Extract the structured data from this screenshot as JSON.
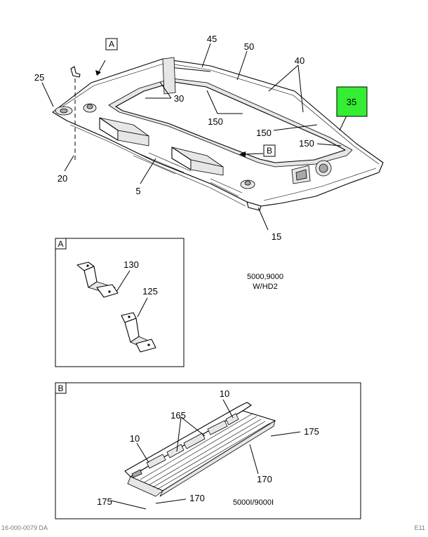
{
  "diagram": {
    "callouts": {
      "c45": "45",
      "c50": "50",
      "c40": "40",
      "c25": "25",
      "c30": "30",
      "c35": "35",
      "c150a": "150",
      "c150b": "150",
      "c150c": "150",
      "c20": "20",
      "c5": "5",
      "c15": "15",
      "c130": "130",
      "c125": "125",
      "c10a": "10",
      "c10b": "10",
      "c165": "165",
      "c175a": "175",
      "c175b": "175",
      "c170a": "170",
      "c170b": "170"
    },
    "view_refs": {
      "a_top": "A",
      "b_top": "B",
      "a_box": "A",
      "b_box": "B"
    },
    "notes": {
      "model_line1": "5000,9000",
      "model_line2": "W/HD2",
      "detail_b_models": "5000I/9000I"
    },
    "footer": {
      "left": "16-000-0079 DA",
      "right": "E11"
    },
    "highlight_color": "#33ee33"
  }
}
